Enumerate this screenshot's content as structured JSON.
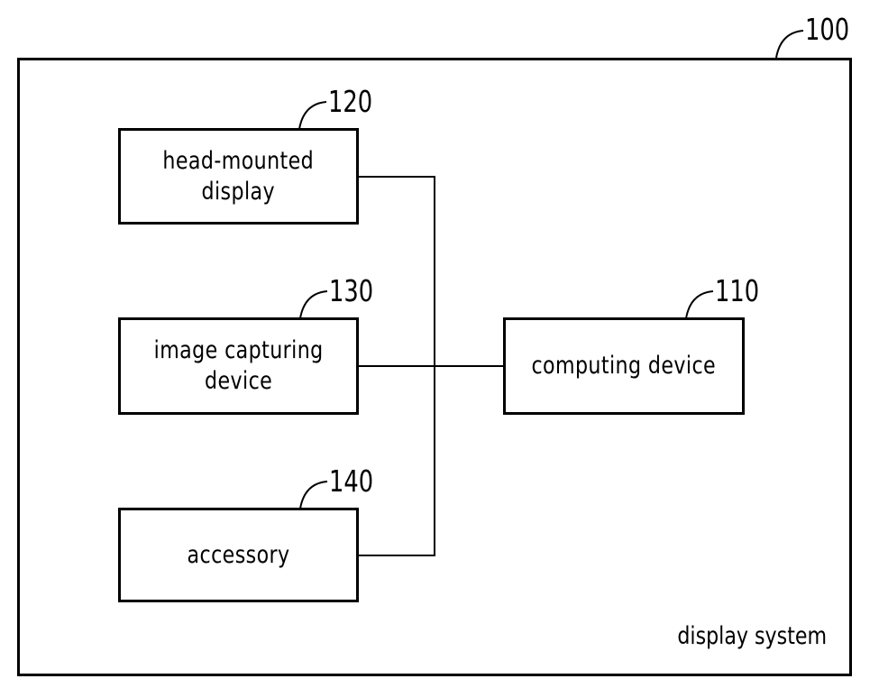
{
  "figure": {
    "system": {
      "ref": "100",
      "label": "display system"
    },
    "components": [
      {
        "id": "computing",
        "ref": "110",
        "label": "computing device"
      },
      {
        "id": "hmd",
        "ref": "120",
        "label": "head-mounted\ndisplay"
      },
      {
        "id": "camera",
        "ref": "130",
        "label": "image capturing\ndevice"
      },
      {
        "id": "accessory",
        "ref": "140",
        "label": "accessory"
      }
    ],
    "connections": [
      {
        "from": "hmd",
        "to": "computing"
      },
      {
        "from": "camera",
        "to": "computing"
      },
      {
        "from": "accessory",
        "to": "computing"
      }
    ]
  }
}
